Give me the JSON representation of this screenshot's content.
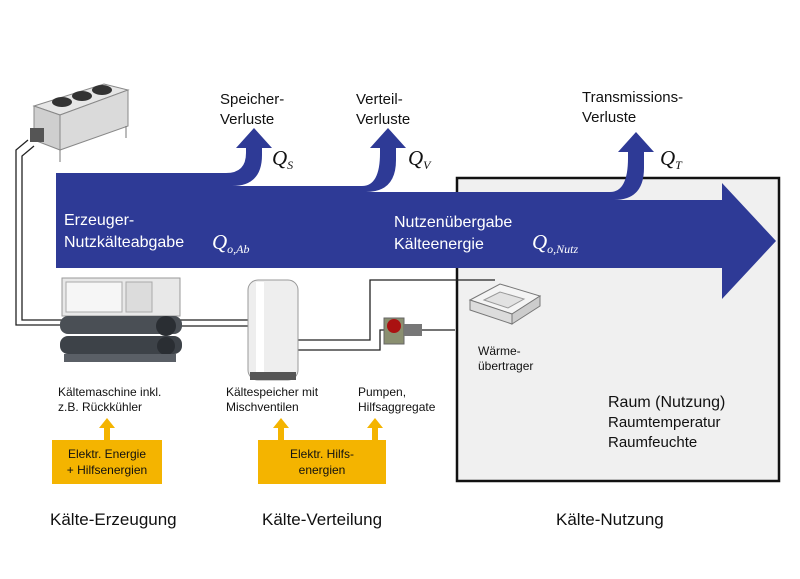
{
  "colors": {
    "arrow": "#2e3a96",
    "supply_box": "#f4b400",
    "room_fill": "#f0f0f0",
    "room_border": "#111111"
  },
  "losses": {
    "storage": {
      "label": "Speicher-\nVerluste",
      "symbol": "Q",
      "sub": "S"
    },
    "distribution": {
      "label": "Verteil-\nVerluste",
      "symbol": "Q",
      "sub": "V"
    },
    "transmission": {
      "label": "Transmissions-\nVerluste",
      "symbol": "Q",
      "sub": "T"
    }
  },
  "flow": {
    "generator_label": "Erzeuger-\nNutzkälteabgabe",
    "generator_symbol": "Q",
    "generator_sub": "o,Ab",
    "transfer_label": "Nutzenübergabe\nKälteenergie",
    "transfer_symbol": "Q",
    "transfer_sub": "o,Nutz"
  },
  "components": {
    "chiller": "Kältemaschine inkl.\nz.B. Rückkühler",
    "storage": "Kältespeicher mit\nMischventilen",
    "pumps": "Pumpen,\nHilfsaggregate",
    "heat_exchanger": "Wärme-\nübertrager"
  },
  "energy_boxes": {
    "left": "Elektr. Energie\n+ Hilfsenergien",
    "middle": "Elektr. Hilfs-\nenergien"
  },
  "room": {
    "title": "Raum (Nutzung)",
    "line1": "Raumtemperatur",
    "line2": "Raumfeuchte"
  },
  "sections": {
    "generation": "Kälte-Erzeugung",
    "distribution": "Kälte-Verteilung",
    "use": "Kälte-Nutzung"
  }
}
